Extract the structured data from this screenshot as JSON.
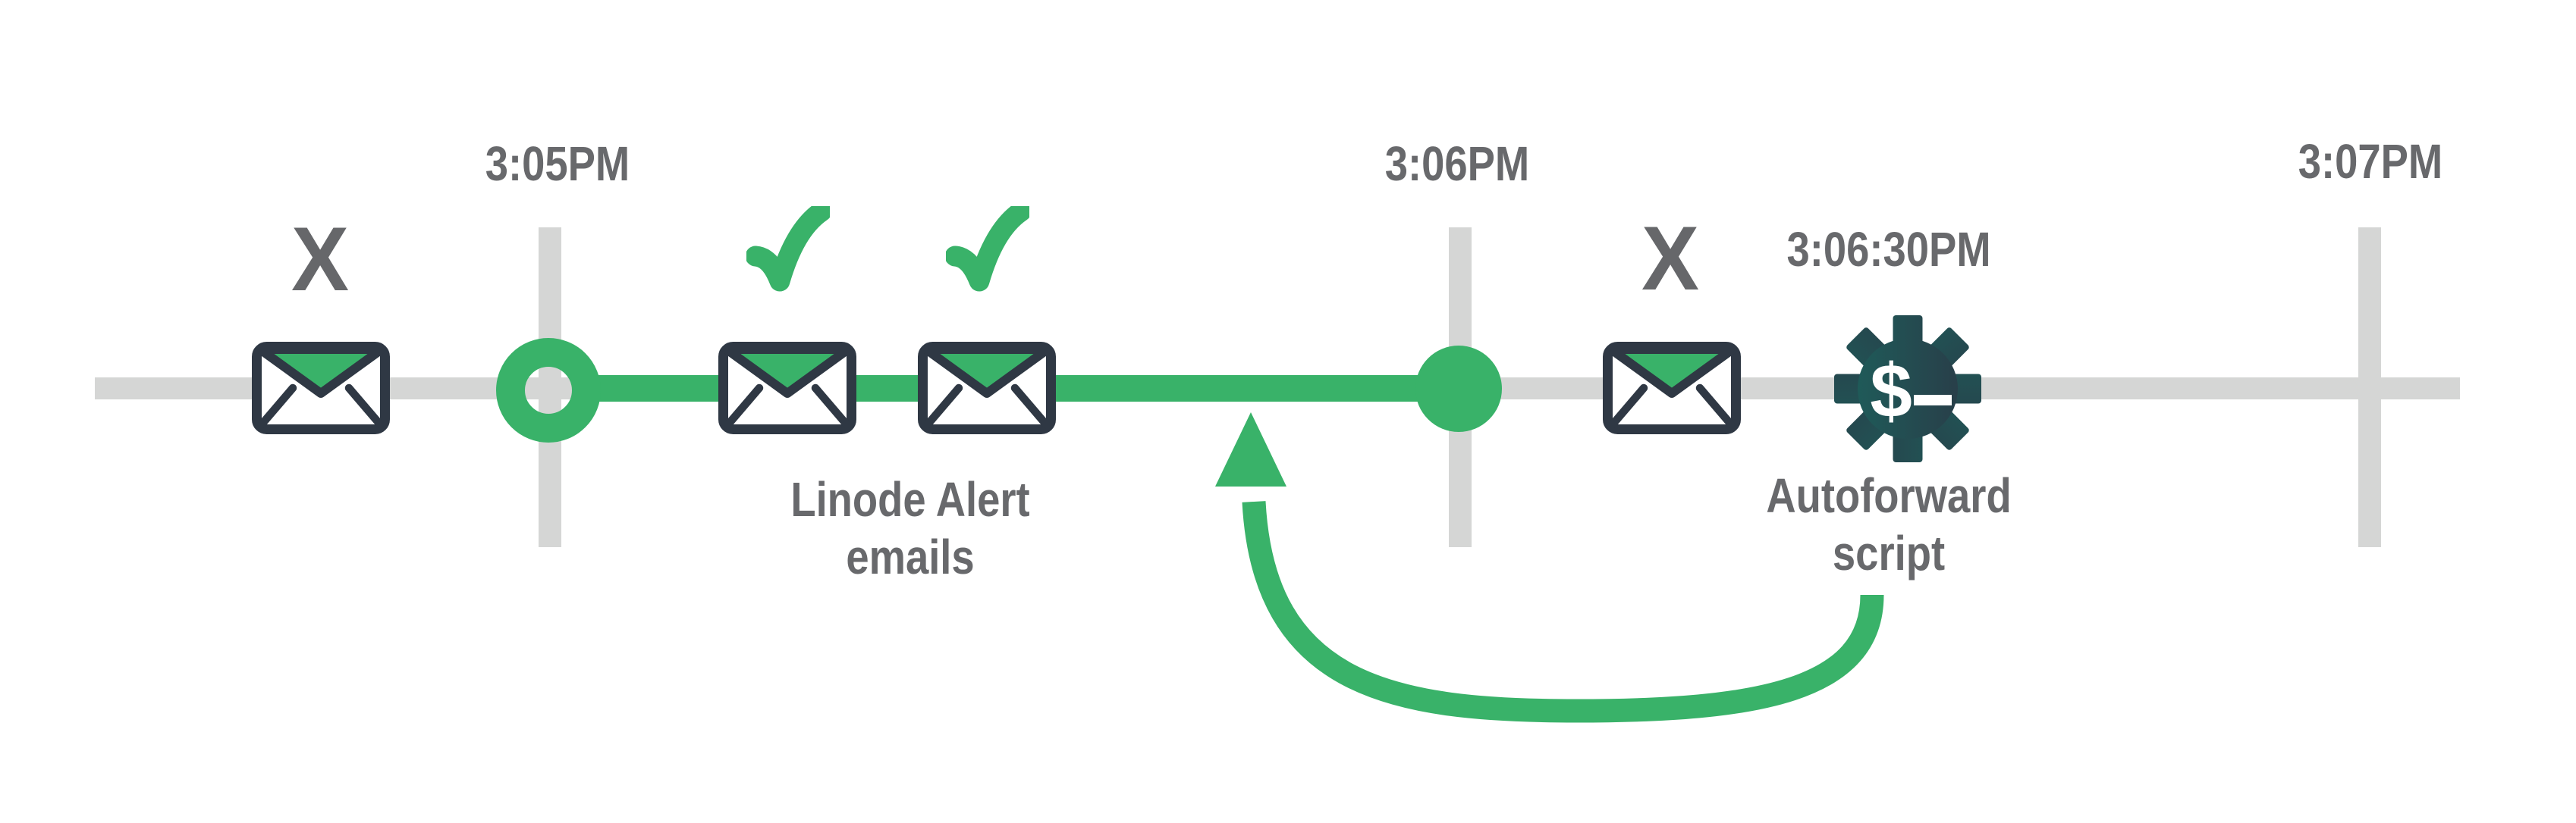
{
  "colors": {
    "accent_green": "#39b269",
    "track_gray": "#d5d6d5",
    "label_gray": "#68696c",
    "outline_dark": "#2f3844",
    "gear_gradient_left": "#1d605c",
    "gear_gradient_right": "#2a3946"
  },
  "ticks": [
    {
      "label": "3:05PM"
    },
    {
      "label": "3:06PM"
    },
    {
      "label": "3:07PM"
    }
  ],
  "marks": {
    "missed_early": "X",
    "missed_late": "X"
  },
  "captions": {
    "alert_emails_line1": "Linode Alert",
    "alert_emails_line2": "emails",
    "event_time": "3:06:30PM",
    "autoforward_line1": "Autoforward",
    "autoforward_line2": "script"
  },
  "gear": {
    "prompt_symbol": "$"
  }
}
